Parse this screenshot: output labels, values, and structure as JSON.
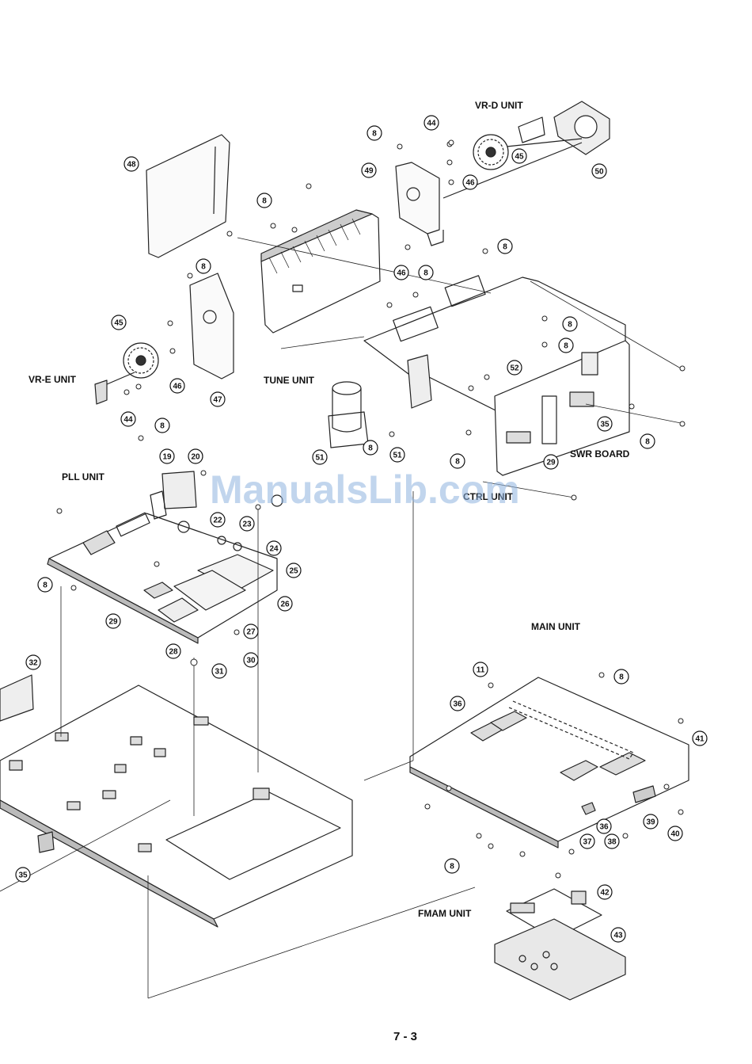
{
  "labels": {
    "vr_d_unit": "VR-D UNIT",
    "vr_e_unit": "VR-E UNIT",
    "tune_unit": "TUNE UNIT",
    "pll_unit": "PLL UNIT",
    "swr_board": "SWR BOARD",
    "ctrl_unit": "CTRL UNIT",
    "main_unit": "MAIN UNIT",
    "fmam_unit": "FMAM UNIT"
  },
  "watermark": "ManualsLib.com",
  "page_number": "7 - 3",
  "callouts": [
    "8",
    "44",
    "45",
    "46",
    "47",
    "48",
    "49",
    "50",
    "51",
    "52",
    "35",
    "29",
    "19",
    "20",
    "22",
    "23",
    "24",
    "25",
    "26",
    "27",
    "28",
    "30",
    "31",
    "32",
    "11",
    "36",
    "37",
    "38",
    "39",
    "40",
    "41",
    "42",
    "43"
  ]
}
